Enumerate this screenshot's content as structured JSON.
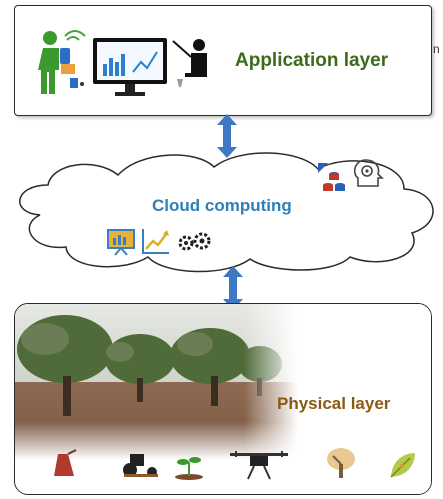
{
  "application_layer": {
    "label": "Application layer"
  },
  "cloud": {
    "label": "Cloud computing"
  },
  "physical_layer": {
    "label": "Physical layer"
  },
  "stray_text": "n",
  "colors": {
    "application_text": "#3d6b1e",
    "cloud_text": "#2f7fb8",
    "physical_text": "#8a5a12",
    "arrow": "#3c78c3",
    "border": "#2b2b2b"
  },
  "icons": {
    "application": [
      "farmer-with-phone-icon",
      "monitor-dashboard-icon",
      "presenter-icon"
    ],
    "cloud": [
      "database-cluster-icon",
      "ai-head-gear-icon",
      "presentation-board-icon",
      "line-chart-icon",
      "gears-icon"
    ],
    "physical": [
      "soil-sample-icon",
      "tractor-icon",
      "sprout-icon",
      "drone-icon",
      "tree-icon",
      "leaf-icon"
    ]
  }
}
